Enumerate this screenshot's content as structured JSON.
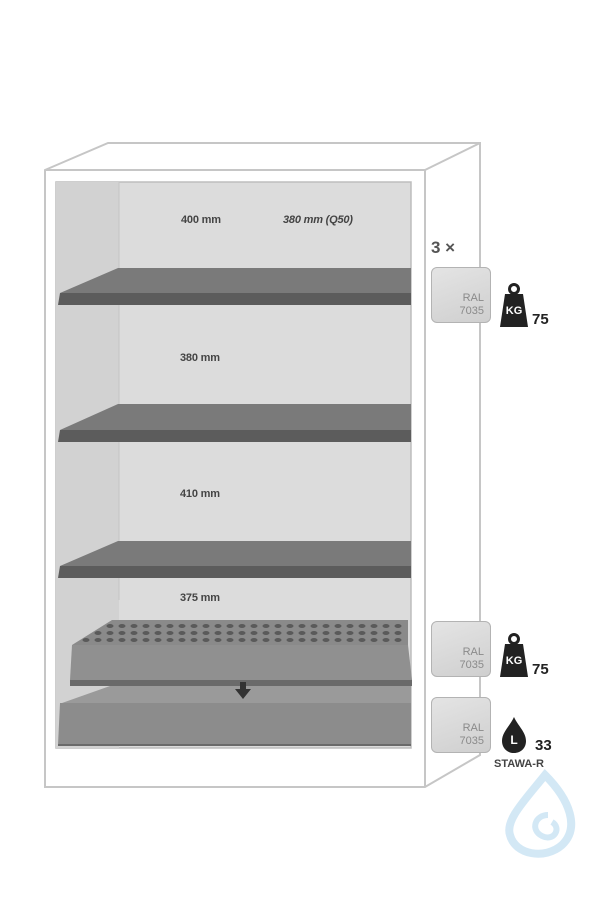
{
  "diagram": {
    "compartment_heights": {
      "top_left": "400 mm",
      "top_right": "380 mm (Q50)",
      "second": "380 mm",
      "third": "410 mm",
      "bottom": "375 mm"
    },
    "shelf_group": {
      "quantity": "3 ×",
      "swatch_line1": "RAL",
      "swatch_line2": "7035",
      "load_value": "75",
      "load_icon_text": "KG"
    },
    "perforated_tray": {
      "swatch_line1": "RAL",
      "swatch_line2": "7035",
      "load_value": "75",
      "load_icon_text": "KG"
    },
    "sump": {
      "swatch_line1": "RAL",
      "swatch_line2": "7035",
      "volume_value": "33",
      "volume_icon_text": "L",
      "standard_label": "STAWA-R"
    },
    "colors": {
      "cabinet_outline": "#c8c8c8",
      "interior": "#dcdcdc",
      "shelf": "#6e6e6e",
      "swatch": "#d6d6d6",
      "watermark": "#cfe6f5"
    }
  }
}
